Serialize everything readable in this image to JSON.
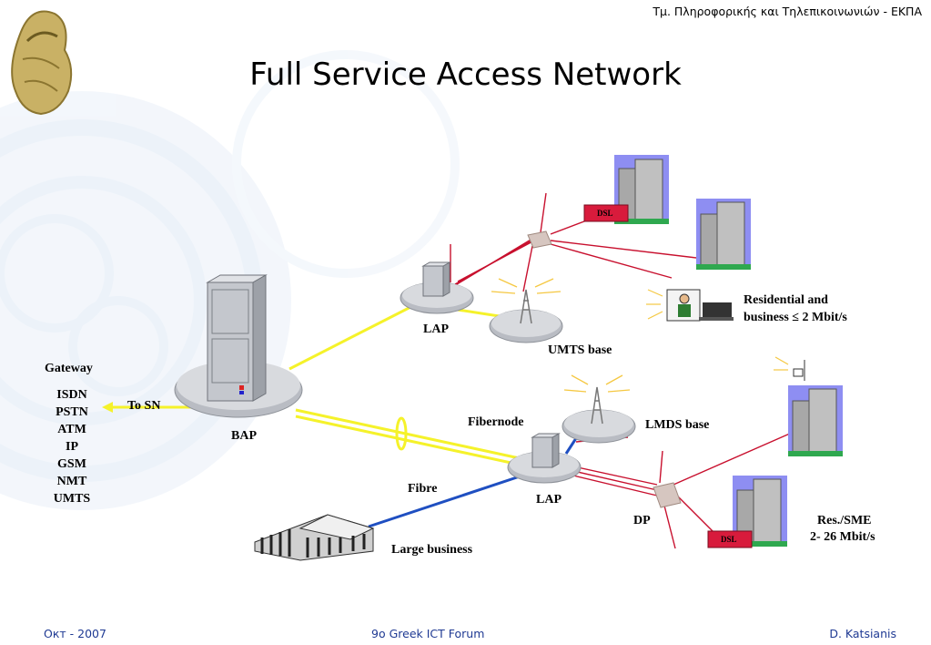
{
  "header": {
    "department": "Τμ. Πληροφορικής και Τηλεπικοινωνιών - ΕΚΠΑ"
  },
  "title": "Full Service Access Network",
  "labels": {
    "gateway": "Gateway",
    "gateway_services": [
      "ISDN",
      "PSTN",
      "ATM",
      "IP",
      "GSM",
      "NMT",
      "UMTS"
    ],
    "to_sn": "To SN",
    "bap": "BAP",
    "lap_top": "LAP",
    "lap_bottom": "LAP",
    "umts_base": "UMTS base",
    "lmds_base": "LMDS base",
    "fibernode": "Fibernode",
    "fibre": "Fibre",
    "dp": "DP",
    "large_business": "Large business",
    "residential_line1": "Residential and",
    "residential_line2": "business ≤ 2 Mbit/s",
    "res_sme_line1": "Res./SME",
    "res_sme_line2": "2- 26 Mbit/s",
    "dsl_top": "DSL",
    "dsl_bottom": "DSL"
  },
  "footer": {
    "date": "Окт - 2007",
    "event": "9o Greek ICT Forum",
    "author": "D. Katsianis"
  },
  "colors": {
    "yellow_link": "#f5f22a",
    "red_link": "#c8102e",
    "blue_fibre": "#1f4fc1",
    "building": "#9aa0a6",
    "sky": "#8e8ef2",
    "footer_text": "#1f3a93"
  }
}
